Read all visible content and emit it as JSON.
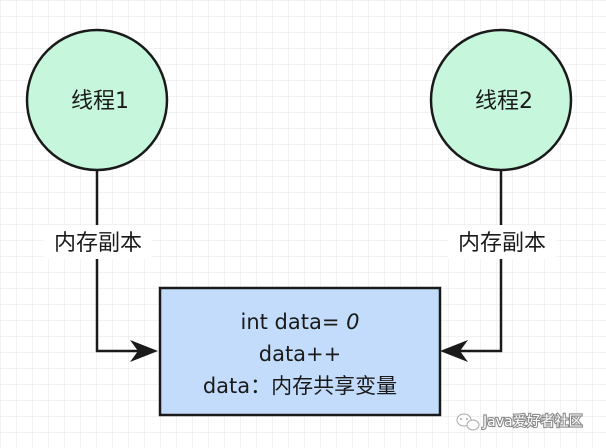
{
  "nodes": {
    "thread1": {
      "label": "线程1"
    },
    "thread2": {
      "label": "线程2"
    }
  },
  "edges": {
    "left": {
      "label": "内存副本"
    },
    "right": {
      "label": "内存副本"
    }
  },
  "shared_box": {
    "line1_prefix": "int data= ",
    "line1_value": "0",
    "line2": "data++",
    "line3": "data：内存共享变量"
  },
  "watermark": {
    "text": "Java爱好者社区"
  },
  "colors": {
    "node_fill": "#c6f7dc",
    "box_fill": "#c3dcfb",
    "stroke": "#1a1a1a",
    "grid": "#e9e9e9"
  }
}
